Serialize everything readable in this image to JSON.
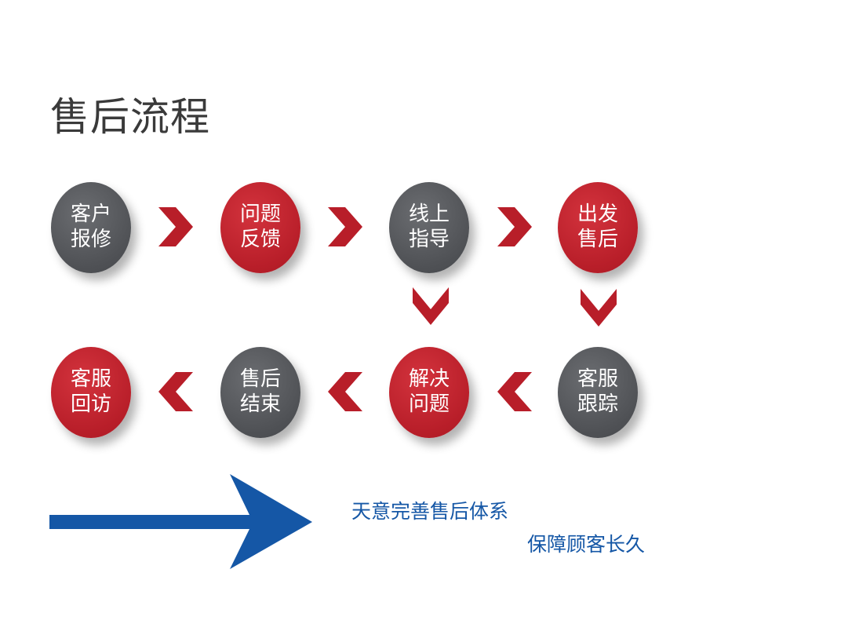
{
  "title": "售后流程",
  "colors": {
    "red": "#b81e29",
    "gray": "#54565a",
    "blue": "#1557a6"
  },
  "nodes": {
    "n1": {
      "line1": "客户",
      "line2": "报修",
      "color": "gray"
    },
    "n2": {
      "line1": "问题",
      "line2": "反馈",
      "color": "red"
    },
    "n3": {
      "line1": "线上",
      "line2": "指导",
      "color": "gray"
    },
    "n4": {
      "line1": "出发",
      "line2": "售后",
      "color": "red"
    },
    "n5": {
      "line1": "客服",
      "line2": "跟踪",
      "color": "gray"
    },
    "n6": {
      "line1": "解决",
      "line2": "问题",
      "color": "red"
    },
    "n7": {
      "line1": "售后",
      "line2": "结束",
      "color": "gray"
    },
    "n8": {
      "line1": "客服",
      "line2": "回访",
      "color": "red"
    }
  },
  "slogan": {
    "line1": "天意完善售后体系",
    "line2": "保障顾客长久"
  }
}
